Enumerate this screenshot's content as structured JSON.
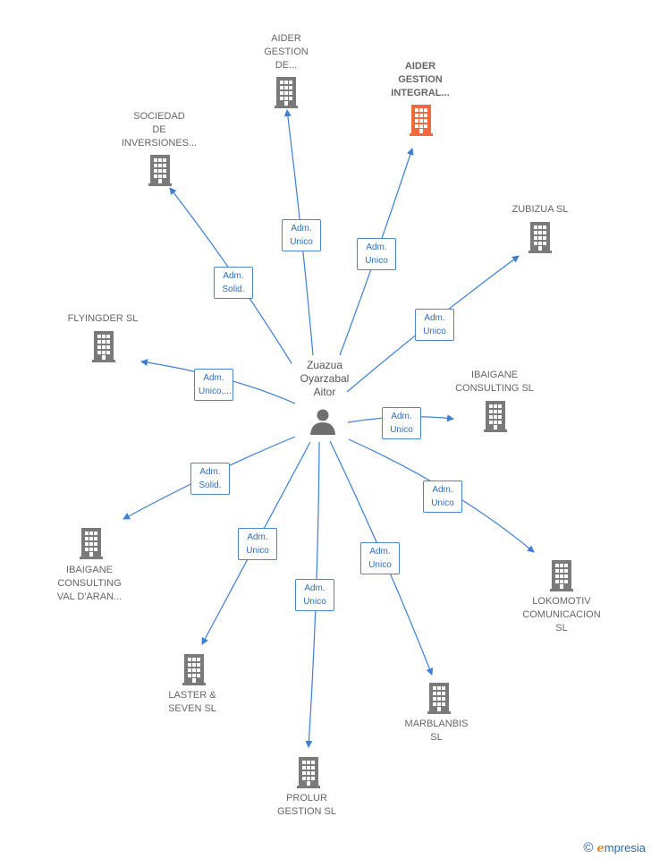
{
  "colors": {
    "edge": "#3c7fd4",
    "building": "#7a7a7a",
    "highlight": "#f06a3c",
    "person": "#6e6e6e"
  },
  "center": {
    "label": "Zuazua\nOyarzabal\nAitor",
    "icon": "person-icon"
  },
  "nodes": [
    {
      "id": "aider-gestion-de",
      "label": "AIDER\nGESTION\nDE...",
      "highlight": false
    },
    {
      "id": "aider-gestion-integral",
      "label": "AIDER\nGESTION\nINTEGRAL...",
      "highlight": true
    },
    {
      "id": "sociedad-de-inversiones",
      "label": "SOCIEDAD\nDE\nINVERSIONES...",
      "highlight": false
    },
    {
      "id": "zubizua-sl",
      "label": "ZUBIZUA SL",
      "highlight": false
    },
    {
      "id": "flyingder-sl",
      "label": "FLYINGDER  SL",
      "highlight": false
    },
    {
      "id": "ibaigane-consulting-sl",
      "label": "IBAIGANE\nCONSULTING SL",
      "highlight": false
    },
    {
      "id": "ibaigane-consulting-val-daran",
      "label": "IBAIGANE\nCONSULTING\nVAL D'ARAN...",
      "highlight": false
    },
    {
      "id": "lokomotiv-comunicacion-sl",
      "label": "LOKOMOTIV\nCOMUNICACION\nSL",
      "highlight": false
    },
    {
      "id": "laster-seven-sl",
      "label": "LASTER &\nSEVEN  SL",
      "highlight": false
    },
    {
      "id": "marblanbis-sl",
      "label": "MARBLANBIS\nSL",
      "highlight": false
    },
    {
      "id": "prolur-gestion-sl",
      "label": "PROLUR\nGESTION SL",
      "highlight": false
    }
  ],
  "edges": [
    {
      "to": "aider-gestion-de",
      "label": "Adm.\nUnico"
    },
    {
      "to": "aider-gestion-integral",
      "label": "Adm.\nUnico"
    },
    {
      "to": "sociedad-de-inversiones",
      "label": "Adm.\nSolid."
    },
    {
      "to": "zubizua-sl",
      "label": "Adm.\nUnico"
    },
    {
      "to": "flyingder-sl",
      "label": "Adm.\nUnico,..."
    },
    {
      "to": "ibaigane-consulting-sl",
      "label": "Adm.\nUnico"
    },
    {
      "to": "ibaigane-consulting-val-daran",
      "label": "Adm.\nSolid."
    },
    {
      "to": "lokomotiv-comunicacion-sl",
      "label": "Adm.\nUnico"
    },
    {
      "to": "laster-seven-sl",
      "label": "Adm.\nUnico"
    },
    {
      "to": "marblanbis-sl",
      "label": "Adm.\nUnico"
    },
    {
      "to": "prolur-gestion-sl",
      "label": "Adm.\nUnico"
    }
  ],
  "watermark": {
    "symbol": "©",
    "brand_initial": "e",
    "brand_rest": "mpresia"
  }
}
